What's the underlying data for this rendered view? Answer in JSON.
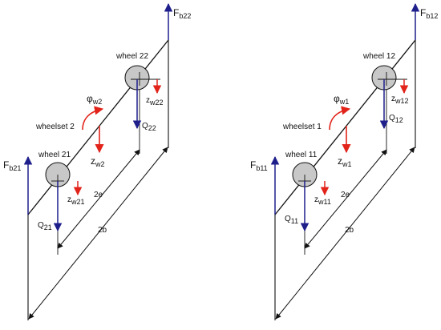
{
  "colors": {
    "line": "#111111",
    "blue": "#1f1f8c",
    "red": "#e2231a",
    "wheel_fill": "#c8c8c8"
  },
  "left": {
    "wheelset_label": "wheelset 2",
    "wheel_top_label": "wheel 22",
    "wheel_bottom_label": "wheel 21",
    "phi_main": "φ",
    "phi_sub": "w2",
    "zw_main": "z",
    "zw_sub": "w2",
    "zw_top_main": "z",
    "zw_top_sub": "w22",
    "zw_bottom_main": "z",
    "zw_bottom_sub": "w21",
    "q_top_main": "Q",
    "q_top_sub": "22",
    "q_bottom_main": "Q",
    "q_bottom_sub": "21",
    "fb_top_main": "F",
    "fb_top_sub": "b22",
    "fb_bottom_main": "F",
    "fb_bottom_sub": "b21",
    "dim_e": "2e",
    "dim_b": "2b"
  },
  "right": {
    "wheelset_label": "wheelset 1",
    "wheel_top_label": "wheel 12",
    "wheel_bottom_label": "wheel 11",
    "phi_main": "φ",
    "phi_sub": "w1",
    "zw_main": "z",
    "zw_sub": "w1",
    "zw_top_main": "z",
    "zw_top_sub": "w12",
    "zw_bottom_main": "z",
    "zw_bottom_sub": "w11",
    "q_top_main": "Q",
    "q_top_sub": "12",
    "q_bottom_main": "Q",
    "q_bottom_sub": "11",
    "fb_top_main": "F",
    "fb_top_sub": "b12",
    "fb_bottom_main": "F",
    "fb_bottom_sub": "b11",
    "dim_e": "2e",
    "dim_b": "2b"
  }
}
